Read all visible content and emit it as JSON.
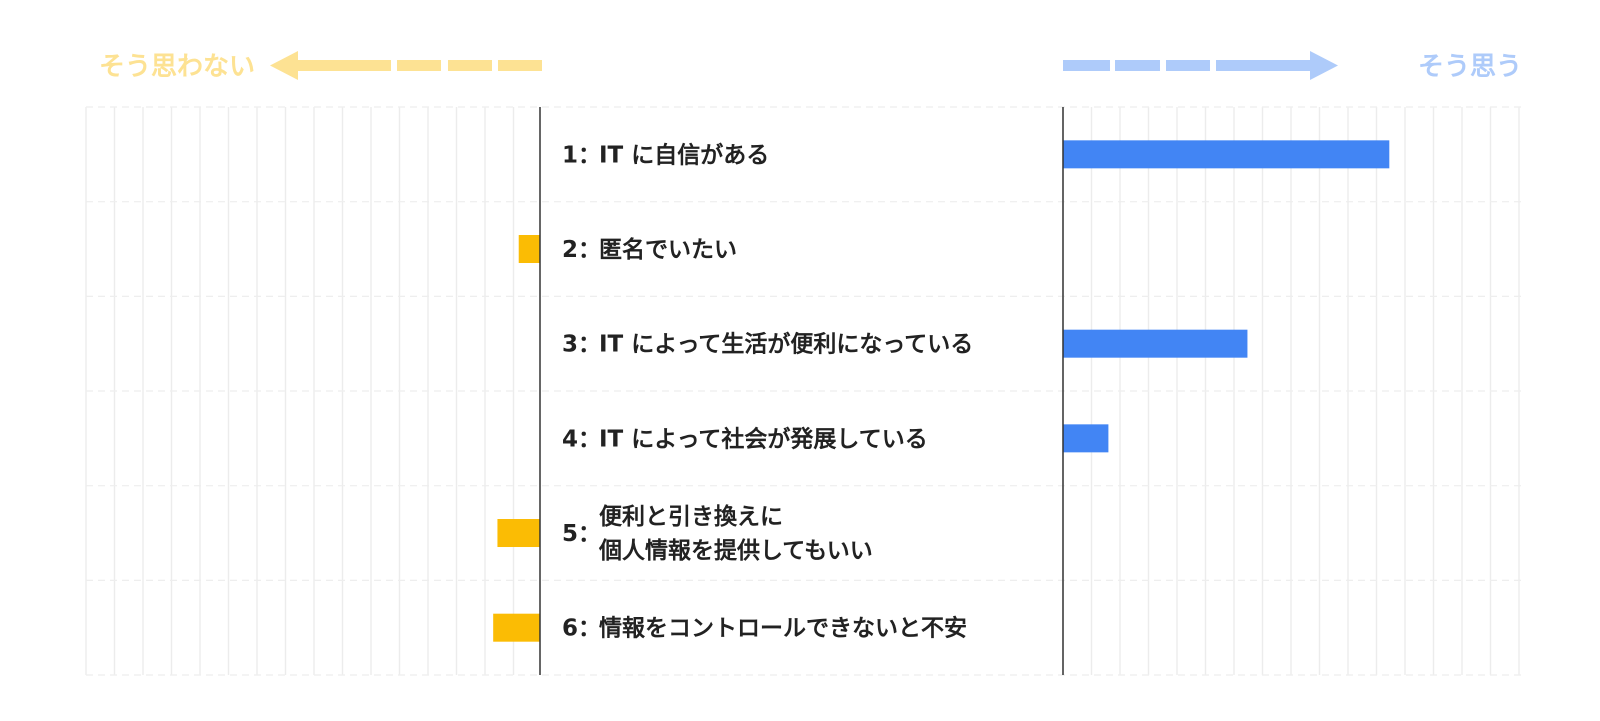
{
  "chart_data": {
    "type": "bar",
    "orientation": "diverging-horizontal",
    "legend": {
      "negative_label": "そう思わない",
      "positive_label": "そう思う",
      "negative_color": "#fde293",
      "positive_color": "#aecbfa"
    },
    "categories": [
      {
        "number": "1",
        "lines": [
          "IT に自信がある"
        ]
      },
      {
        "number": "2",
        "lines": [
          "匿名でいたい"
        ]
      },
      {
        "number": "3",
        "lines": [
          "IT によって生活が便利になっている"
        ]
      },
      {
        "number": "4",
        "lines": [
          "IT によって社会が発展している"
        ]
      },
      {
        "number": "5",
        "lines": [
          "便利と引き換えに",
          "個人情報を提供してもいい"
        ]
      },
      {
        "number": "6",
        "lines": [
          "情報をコントロールできないと不安"
        ]
      }
    ],
    "values": [
      23,
      -1.5,
      13,
      3.2,
      -3,
      -3.3
    ],
    "colors": {
      "positive": "#4285f4",
      "negative": "#fbbc04"
    },
    "xlim_negative": [
      -32,
      0
    ],
    "xlim_positive": [
      0,
      32
    ],
    "separator": "：",
    "grid": true
  }
}
